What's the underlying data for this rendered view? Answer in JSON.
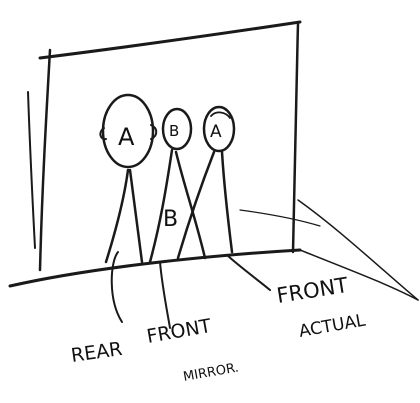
{
  "figure_labels": {
    "figure_a_head": "A",
    "figure_middle_head": "B",
    "figure_right_head": "A",
    "figure_b_body": "B"
  },
  "callout_labels": {
    "rear": "REAR",
    "front_mirror_line1": "FRONT",
    "front_mirror_line2": "MIRROR.",
    "front_actual_line1": "FRONT",
    "front_actual_line2": "ACTUAL"
  },
  "colors": {
    "ink": "#1a1a1a",
    "paper": "#ffffff",
    "faint": "#c9c9c9"
  }
}
